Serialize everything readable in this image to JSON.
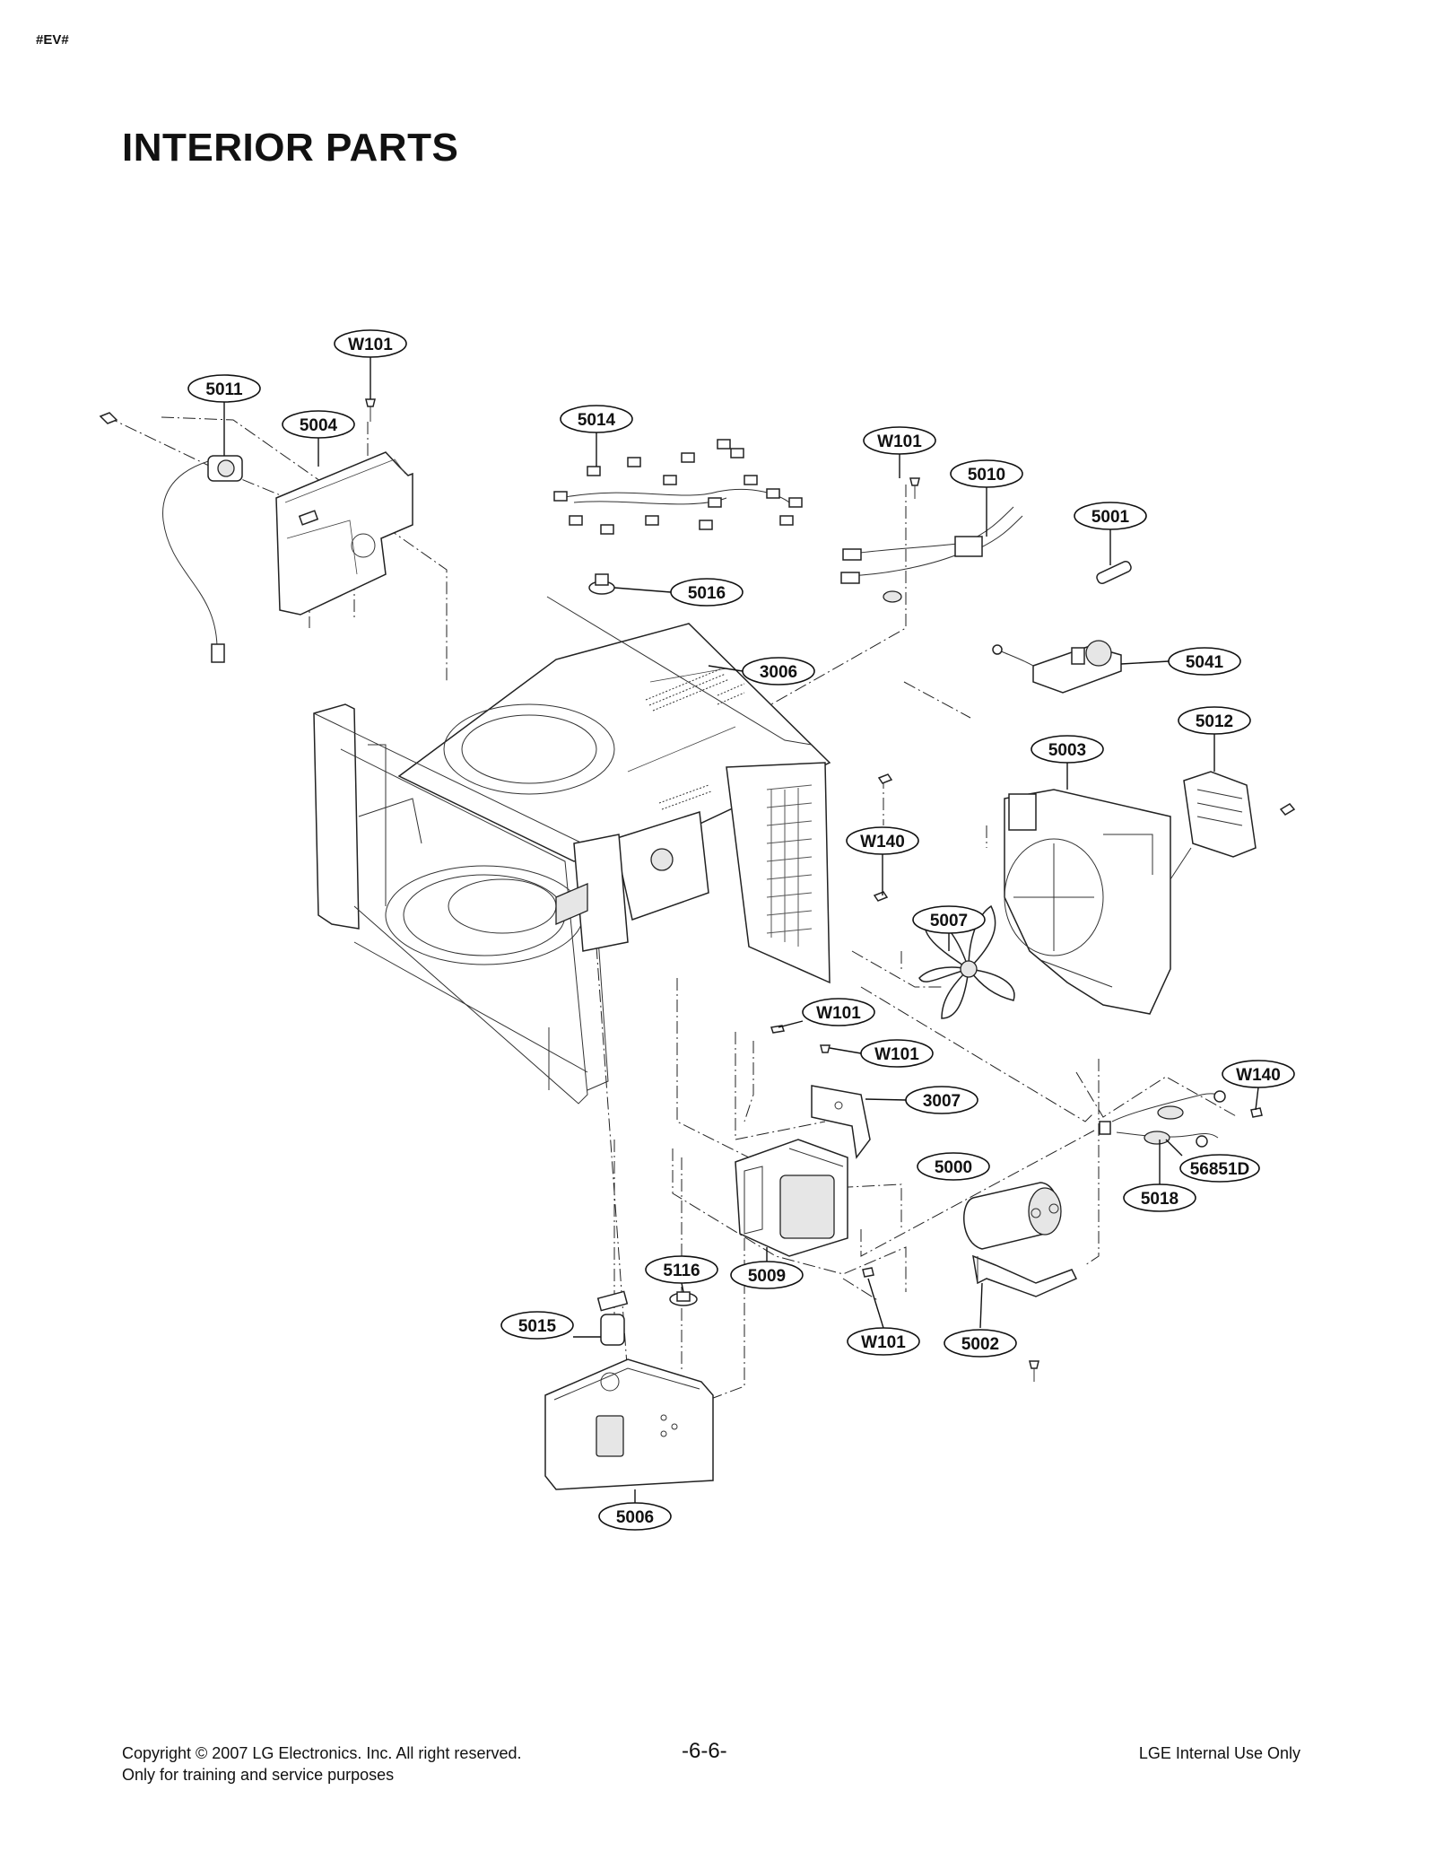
{
  "header": {
    "tag": "#EV#",
    "title": "INTERIOR PARTS"
  },
  "callouts": [
    {
      "id": "c-w101-top",
      "label": "W101"
    },
    {
      "id": "c-5011",
      "label": "5011"
    },
    {
      "id": "c-5004",
      "label": "5004"
    },
    {
      "id": "c-5014",
      "label": "5014"
    },
    {
      "id": "c-w101-b",
      "label": "W101"
    },
    {
      "id": "c-5010",
      "label": "5010"
    },
    {
      "id": "c-5001",
      "label": "5001"
    },
    {
      "id": "c-5016",
      "label": "5016"
    },
    {
      "id": "c-3006",
      "label": "3006"
    },
    {
      "id": "c-5041",
      "label": "5041"
    },
    {
      "id": "c-5012",
      "label": "5012"
    },
    {
      "id": "c-5003",
      "label": "5003"
    },
    {
      "id": "c-w140-a",
      "label": "W140"
    },
    {
      "id": "c-5007",
      "label": "5007"
    },
    {
      "id": "c-w101-c",
      "label": "W101"
    },
    {
      "id": "c-w101-d",
      "label": "W101"
    },
    {
      "id": "c-w140-b",
      "label": "W140"
    },
    {
      "id": "c-3007",
      "label": "3007"
    },
    {
      "id": "c-5000",
      "label": "5000"
    },
    {
      "id": "c-56851d",
      "label": "56851D"
    },
    {
      "id": "c-5018",
      "label": "5018"
    },
    {
      "id": "c-5116",
      "label": "5116"
    },
    {
      "id": "c-5009",
      "label": "5009"
    },
    {
      "id": "c-5015",
      "label": "5015"
    },
    {
      "id": "c-w101-e",
      "label": "W101"
    },
    {
      "id": "c-5002",
      "label": "5002"
    },
    {
      "id": "c-5006",
      "label": "5006"
    }
  ],
  "footer": {
    "copyright": "Copyright © 2007 LG Electronics. Inc. All right reserved.",
    "usage": "Only for training and service purposes",
    "page": "-6-6-",
    "internal": "LGE Internal Use Only"
  }
}
